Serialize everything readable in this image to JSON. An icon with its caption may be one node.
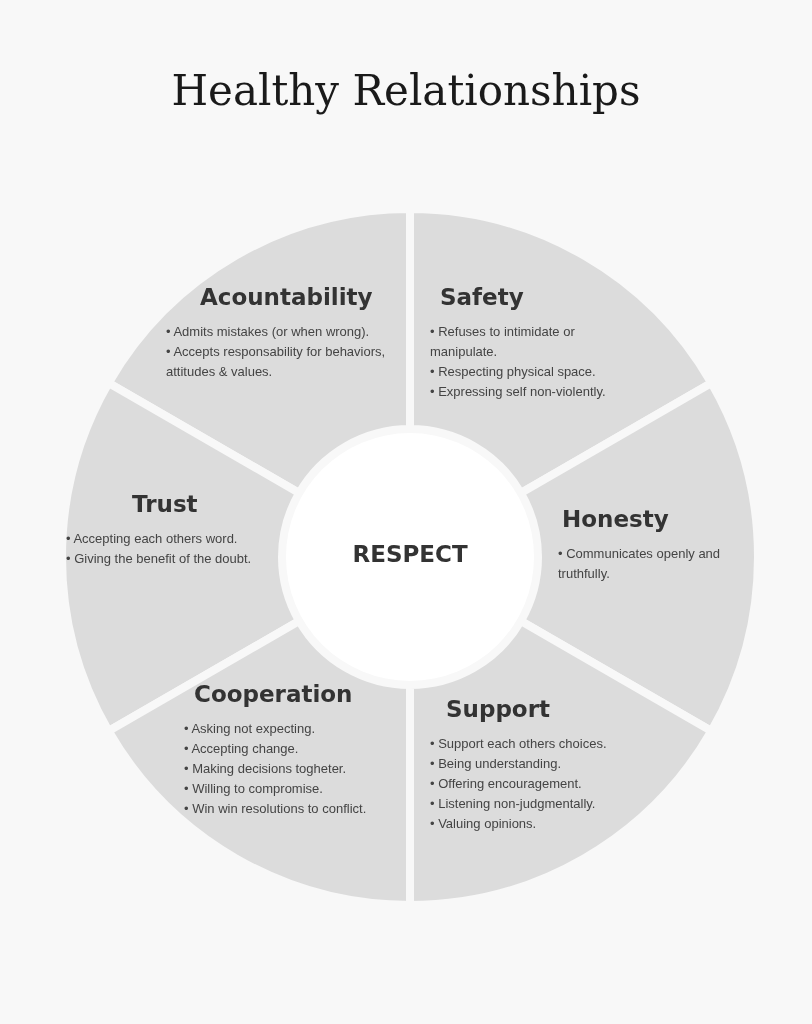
{
  "diagram": {
    "title": "Healthy Relationships",
    "nodes": [
      {
        "text": [
          "Acountability",
          "• Admits mistakes (or when wrong).",
          "• Accepts responsability for behaviors, attitudes & values."
        ]
      },
      {
        "text": [
          "Safety",
          "• Refuses to intimidate or manipulate.",
          "• Respecting physical space.",
          "• Expressing self non-violently."
        ]
      },
      {
        "text": [
          "Trust",
          "• Accepting each others word.",
          "• Giving the benefit of the doubt."
        ]
      },
      {
        "text": [
          "Honesty",
          "• Communicates openly and truthfully."
        ]
      },
      {
        "text": [
          "RESPECT"
        ]
      },
      {
        "text": [
          "Cooperation",
          "• Asking not expecting.",
          "• Accepting change.",
          "• Making decisions togheter.",
          "• Willing to compromise.",
          "• Win win resolutions to conflict."
        ]
      },
      {
        "text": [
          "Support",
          "• Support each others choices.",
          "• Being understanding.",
          "• Offering encouragement.",
          "• Listening non-judgmentally.",
          "• Valuing opinions."
        ]
      }
    ],
    "edges": []
  }
}
